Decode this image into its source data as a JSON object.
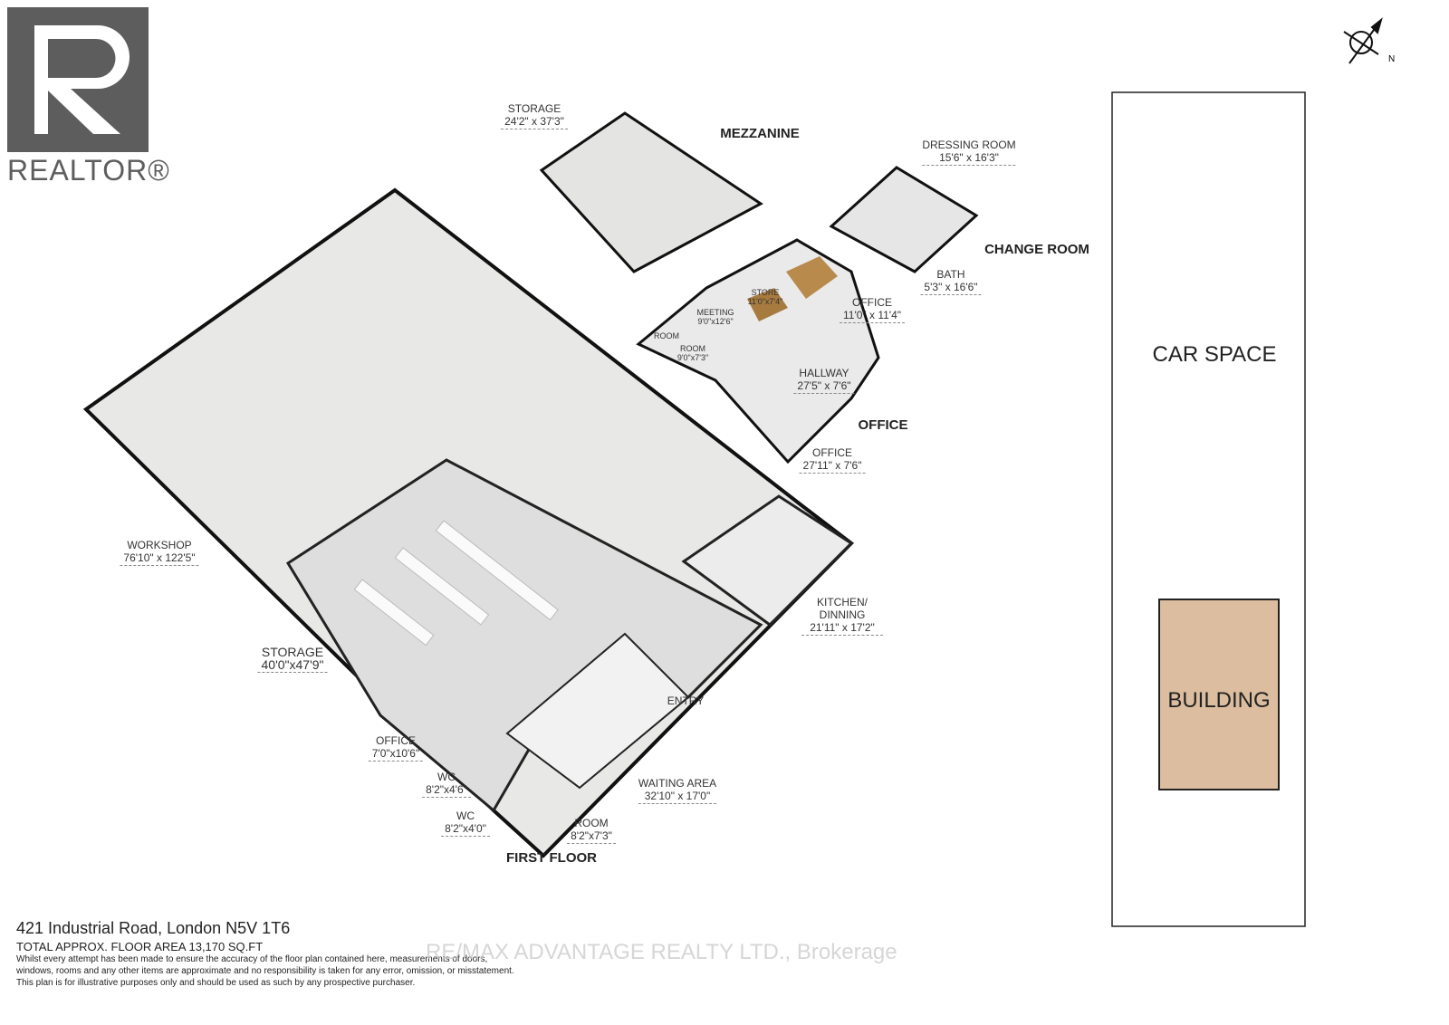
{
  "logo": {
    "text": "REALTOR®"
  },
  "compass": {
    "label": "N"
  },
  "sections": {
    "mezzanine": "MEZZANINE",
    "change_room": "CHANGE ROOM",
    "office": "OFFICE",
    "first_floor": "FIRST FLOOR"
  },
  "rooms": [
    {
      "name": "STORAGE",
      "dim": "24'2\" x 37'3\""
    },
    {
      "name": "DRESSING ROOM",
      "dim": "15'6\" x 16'3\""
    },
    {
      "name": "BATH",
      "dim": "5'3\" x 16'6\""
    },
    {
      "name": "OFFICE",
      "dim": "11'0\" x 11'4\""
    },
    {
      "name": "STORE",
      "dim": "11'0\"x7'4\""
    },
    {
      "name": "MEETING",
      "dim": "9'0\"x12'6\""
    },
    {
      "name": "ROOM",
      "dim": ""
    },
    {
      "name": "ROOM",
      "dim": "9'0\"x7'3\""
    },
    {
      "name": "HALLWAY",
      "dim": "27'5\" x 7'6\""
    },
    {
      "name": "OFFICE",
      "dim": "27'11\" x 7'6\""
    },
    {
      "name": "WORKSHOP",
      "dim": "76'10\" x 122'5\""
    },
    {
      "name": "KITCHEN/ DINNING",
      "dim": "21'11\" x 17'2\""
    },
    {
      "name": "STORAGE",
      "dim": "40'0\"x47'9\""
    },
    {
      "name": "ENTRY",
      "dim": ""
    },
    {
      "name": "OFFICE",
      "dim": "7'0\"x10'6\""
    },
    {
      "name": "WAITING AREA",
      "dim": "32'10\" x 17'0\""
    },
    {
      "name": "WC",
      "dim": "8'2\"x4'6\""
    },
    {
      "name": "WC",
      "dim": "8'2\"x4'0\""
    },
    {
      "name": "ROOM",
      "dim": "8'2\"x7'3\""
    }
  ],
  "site": {
    "car_space": "CAR SPACE",
    "building": "BUILDING",
    "building_color": "#dcbd9f"
  },
  "footer": {
    "address": "421 Industrial Road, London N5V 1T6",
    "area": "TOTAL APPROX. FLOOR AREA 13,170 SQ.FT",
    "disclaimer": [
      "Whilst every attempt has been made to ensure the accuracy of the floor plan contained here, measurements of doors,",
      "windows, rooms and any other items are approximate and no responsibility is taken for any error, omission, or misstatement.",
      "This plan is for illustrative purposes only and should be used as such by any prospective purchaser."
    ]
  },
  "watermark": "RE/MAX ADVANTAGE REALTY LTD., Brokerage"
}
